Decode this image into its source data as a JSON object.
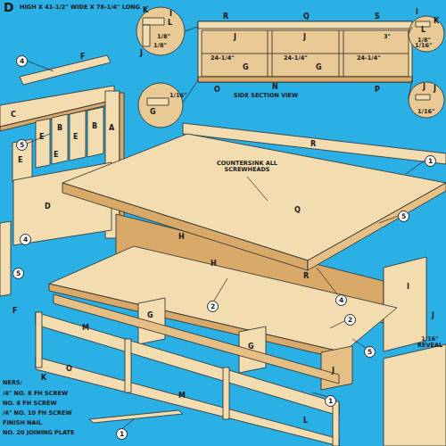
{
  "diagram": {
    "labels": [
      "D",
      "HIGH X 41-1/2\" WIDE X 78-1/4\" LONG",
      "4",
      "F",
      "C",
      "A",
      "E",
      "B",
      "E",
      "B",
      "E",
      "5",
      "E",
      "D",
      "4",
      "5",
      "I",
      "K",
      "L",
      "1/8\"",
      "1/8\"",
      "J",
      "R",
      "Q",
      "S",
      "J",
      "J",
      "24-1/4\"",
      "24-1/4\"",
      "24-1/4\"",
      "G",
      "G",
      "3\"",
      "1/16\"",
      "G",
      "I",
      "K",
      "L",
      "1/8\"",
      "1/16\"",
      "J",
      "1/16\"",
      "J",
      "O",
      "N",
      "P",
      "SIDE SECTION VIEW",
      "COUNTERSINK ALL SCREWHEADS",
      "R",
      "1",
      "Q",
      "5",
      "R",
      "H",
      "4",
      "I",
      "2",
      "2",
      "J",
      "5",
      "1/16\" REVEAL",
      "G",
      "G",
      "J",
      "M",
      "M",
      "K",
      "O",
      "1",
      "1",
      "L",
      "H",
      "F",
      "NERS:",
      "/4\" NO. 8 FH SCREW",
      "NO. 8 FH SCREW",
      "/4\" NO. 10 FH SCREW",
      "FINISH NAIL",
      "NO. 20 JOINING PLATE"
    ]
  }
}
